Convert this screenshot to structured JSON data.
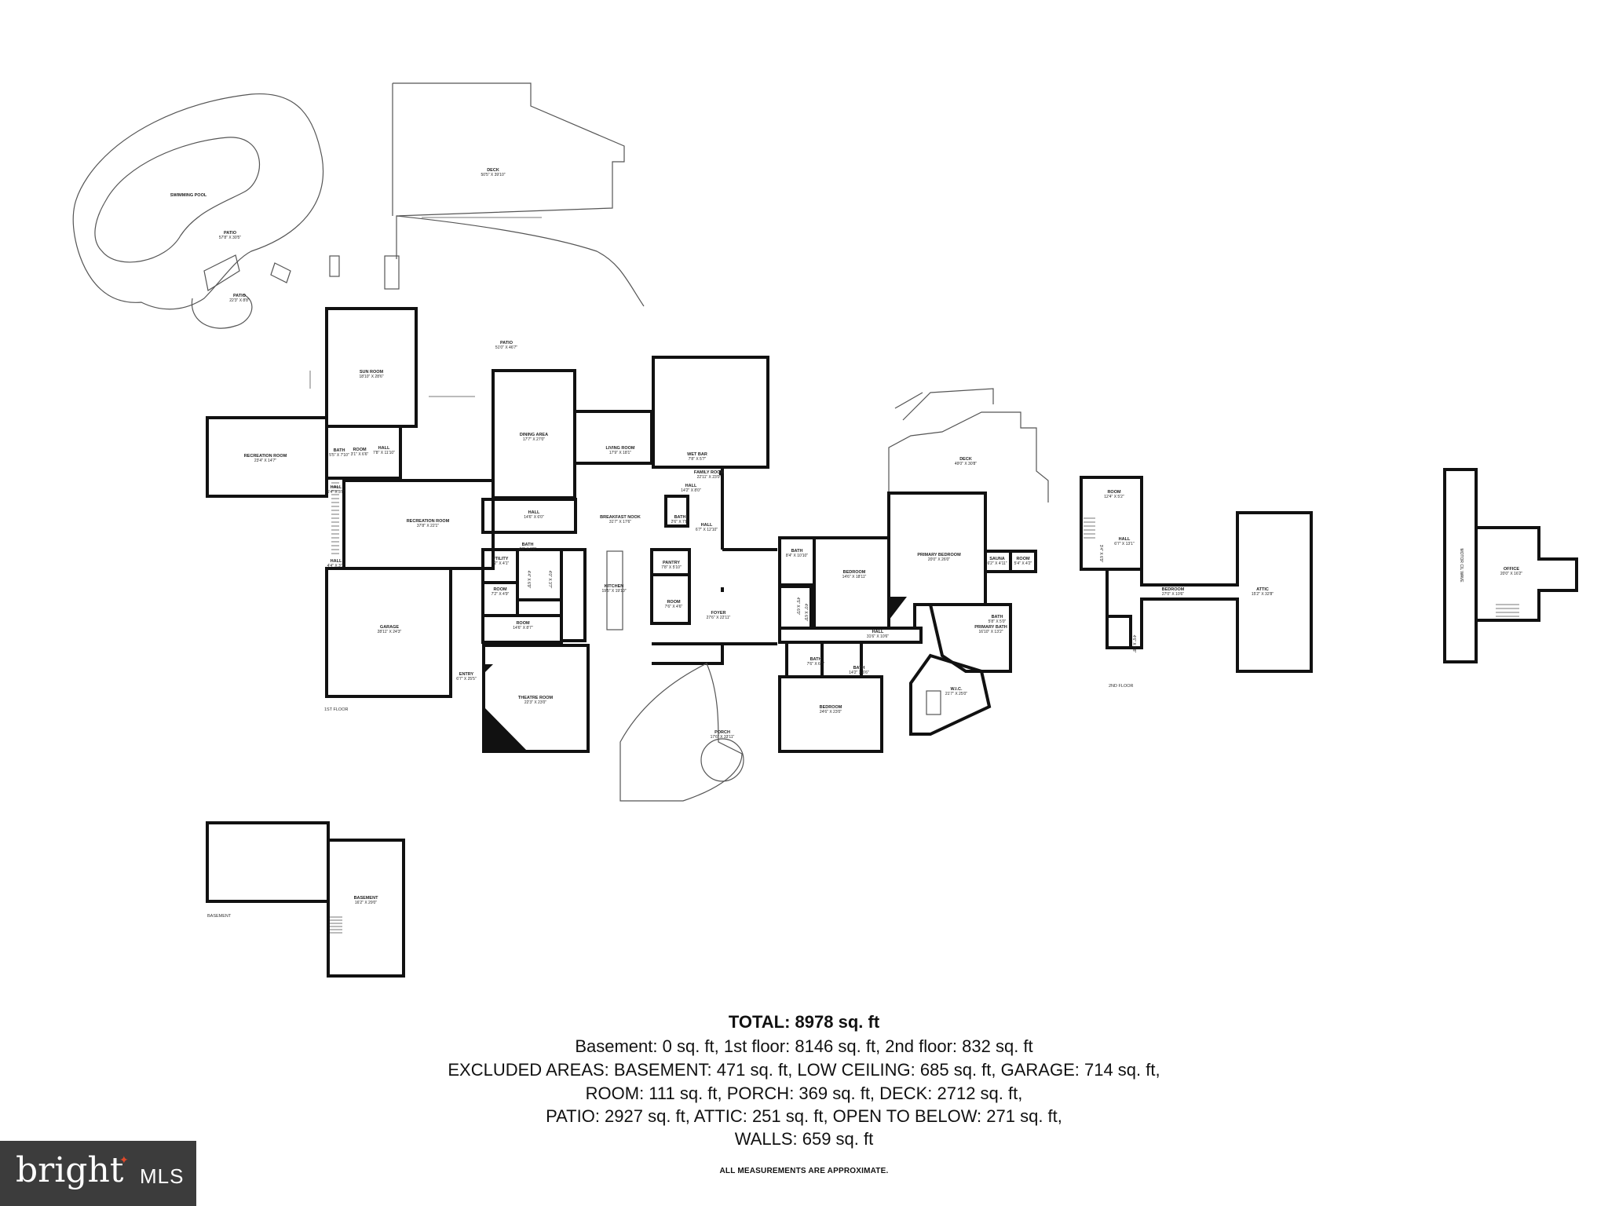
{
  "floors": {
    "first_floor": "1ST FLOOR",
    "second_floor": "2ND FLOOR",
    "basement": "BASEMENT"
  },
  "rooms": [
    {
      "name": "SWIMMING POOL",
      "dims": ""
    },
    {
      "name": "PATIO",
      "dims": "57'8\" X 30'5\""
    },
    {
      "name": "PATIO",
      "dims": "22'3\" X 8'8\""
    },
    {
      "name": "DECK",
      "dims": "50'5\" X 39'10\""
    },
    {
      "name": "PATIO",
      "dims": "51'0\" X 46'7\""
    },
    {
      "name": "SUN ROOM",
      "dims": "18'10\" X 28'6\""
    },
    {
      "name": "RECREATION ROOM",
      "dims": "23'4\" X 14'7\""
    },
    {
      "name": "BATH",
      "dims": "5'5\" X 7'10\""
    },
    {
      "name": "ROOM",
      "dims": "3'1\" X 6'6\""
    },
    {
      "name": "HALL",
      "dims": "7'8\" X 11'10\""
    },
    {
      "name": "HALL",
      "dims": "5'4\" X 3'0\""
    },
    {
      "name": "RECREATION ROOM",
      "dims": "37'8\" X 22'1\""
    },
    {
      "name": "HALL",
      "dims": "4'4\" X 3'1\""
    },
    {
      "name": "DINING AREA",
      "dims": "17'7\" X 27'0\""
    },
    {
      "name": "LIVING ROOM",
      "dims": "17'9\" X 18'1\""
    },
    {
      "name": "WET BAR",
      "dims": "7'8\" X 5'7\""
    },
    {
      "name": "FAMILY ROOM",
      "dims": "22'11\" X 23'0\""
    },
    {
      "name": "HALL",
      "dims": "14'2\" X 8'0\""
    },
    {
      "name": "HALL",
      "dims": "14'6\" X 6'0\""
    },
    {
      "name": "BREAKFAST NOOK",
      "dims": "31'7\" X 17'6\""
    },
    {
      "name": "BATH",
      "dims": "2'6\" X 7'8\""
    },
    {
      "name": "HALL",
      "dims": "6'7\" X 12'10\""
    },
    {
      "name": "BATH",
      "dims": "4'8\" X 3'6\""
    },
    {
      "name": "UTILITY",
      "dims": "7'2\" X 4'1\""
    },
    {
      "name": "PANTRY",
      "dims": "7'8\" X 5'10\""
    },
    {
      "name": "KITCHEN",
      "dims": "19'5\" X 19'10\""
    },
    {
      "name": "ROOM",
      "dims": "7'2\" X 4'9\""
    },
    {
      "name": "ROOM",
      "dims": "7'6\" X 4'6\""
    },
    {
      "name": "ROOM",
      "dims": "14'6\" X 8'7\""
    },
    {
      "name": "FOYER",
      "dims": "27'6\" X 22'11\""
    },
    {
      "name": "GARAGE",
      "dims": "28'11\" X 24'3\""
    },
    {
      "name": "ENTRY",
      "dims": "6'7\" X 25'5\""
    },
    {
      "name": "THEATRE ROOM",
      "dims": "22'3\" X 23'0\""
    },
    {
      "name": "PORCH",
      "dims": "17'6\" X 33'11\""
    },
    {
      "name": "DECK",
      "dims": "49'0\" X 30'8\""
    },
    {
      "name": "BATH",
      "dims": "8'4\" X 10'10\""
    },
    {
      "name": "BEDROOM",
      "dims": "14'6\" X 18'11\""
    },
    {
      "name": "PRIMARY BEDROOM",
      "dims": "20'0\" X 26'0\""
    },
    {
      "name": "SAUNA",
      "dims": "6'2\" X 4'11\""
    },
    {
      "name": "ROOM",
      "dims": "5'4\" X 4'2\""
    },
    {
      "name": "HALL",
      "dims": "31'6\" X 10'6\""
    },
    {
      "name": "BATH",
      "dims": "5'8\" X 5'0\""
    },
    {
      "name": "PRIMARY BATH",
      "dims": "16'10\" X 13'2\""
    },
    {
      "name": "BATH",
      "dims": "7'6\" X 6'7\""
    },
    {
      "name": "BATH",
      "dims": "14'2\" X 6'6\""
    },
    {
      "name": "W.I.C.",
      "dims": "21'7\" X 25'0\""
    },
    {
      "name": "BEDROOM",
      "dims": "24'6\" X 23'0\""
    },
    {
      "name": "ROOM",
      "dims": "12'4\" X 5'2\""
    },
    {
      "name": "HALL",
      "dims": "6'7\" X 13'1\""
    },
    {
      "name": "BEDROOM",
      "dims": "27'0\" X 10'6\""
    },
    {
      "name": "ATTIC",
      "dims": "15'2\" X 32'8\""
    },
    {
      "name": "OFFICE",
      "dims": "20'0\" X 16'2\""
    },
    {
      "name": "BASEMENT",
      "dims": "16'2\" X 29'0\""
    }
  ],
  "small_labels": {
    "open_to_below": "MOTOR CIL WAVE",
    "closet_a": "4'4\" X 6'9\"",
    "closet_b": "4'0\" X 3'7\"",
    "closet_c": "4'5\" X 6'0\"",
    "closet_d": "3'4\" X 6'9\"",
    "closet_e": "4'6\" X 6'8\"",
    "closet_f": "4'0\" X 6'9\""
  },
  "summary": {
    "total": "TOTAL: 8978 sq. ft",
    "lines": [
      "Basement: 0 sq. ft, 1st floor: 8146 sq. ft, 2nd floor: 832 sq. ft",
      "EXCLUDED AREAS: BASEMENT: 471 sq. ft, LOW CEILING: 685 sq. ft, GARAGE: 714 sq. ft,",
      "ROOM: 111 sq. ft, PORCH: 369 sq. ft, DECK: 2712 sq. ft,",
      "PATIO: 2927 sq. ft, ATTIC: 251 sq. ft, OPEN TO BELOW: 271 sq. ft,",
      "WALLS: 659 sq. ft"
    ],
    "note": "ALL MEASUREMENTS ARE APPROXIMATE."
  },
  "brand": {
    "word": "bright",
    "suffix": "MLS",
    "accent_color": "#e0492a",
    "bg_color": "#3c3c3c"
  }
}
